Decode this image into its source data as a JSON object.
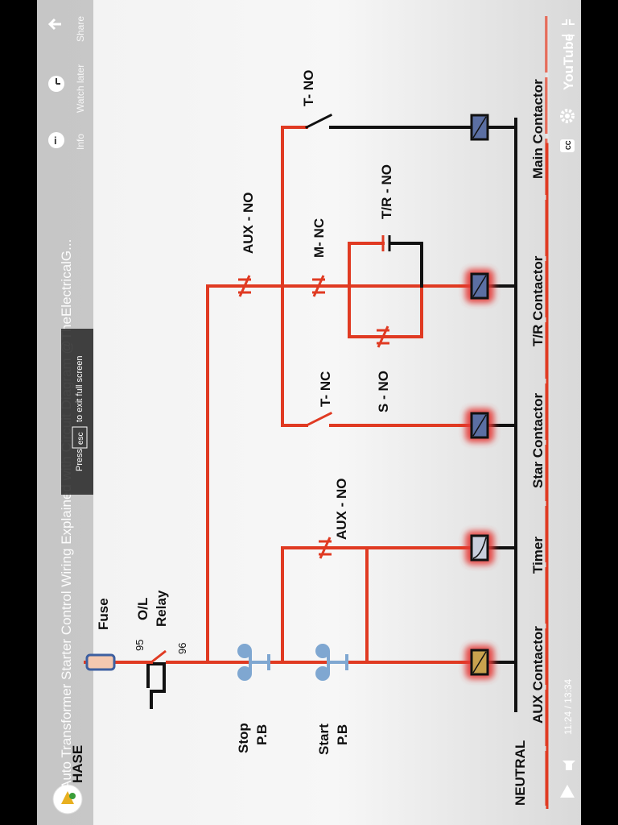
{
  "video": {
    "title": "Auto Transformer Starter Control Wiring Explained with Circuit Diagram @TheElectricalG...",
    "time_display": "11:24 / 13:34",
    "progress_fraction": 0.84,
    "overlay": {
      "press": "Press",
      "key": "esc",
      "message": "to exit full screen"
    },
    "top_actions": {
      "share": "Share",
      "watch_later": "Watch later",
      "info": "Info"
    },
    "bottom_controls": {
      "cc": "CC",
      "logo": "YouTube"
    }
  },
  "diagram": {
    "labels": {
      "phase": "HASE",
      "neutral": "NEUTRAL",
      "fuse": "Fuse",
      "ol_relay_1": "O/L",
      "ol_relay_2": "Relay",
      "terminal_95": "95",
      "terminal_96": "96",
      "stop_pb_1": "Stop",
      "stop_pb_2": "P.B",
      "start_pb_1": "Start",
      "start_pb_2": "P.B",
      "aux_no_1": "AUX - NO",
      "aux_no_2": "AUX - NO",
      "t_nc": "T- NC",
      "m_nc": "M- NC",
      "s_no": "S - NO",
      "tr_no": "T/R - NO",
      "t_no": "T- NO",
      "aux_contactor": "AUX Contactor",
      "timer": "Timer",
      "star_contactor": "Star Contactor",
      "tr_contactor": "T/R Contactor",
      "main_contactor": "Main Contactor"
    },
    "colors": {
      "energized": "#e03a22",
      "deenergized": "#111111",
      "glow": "#e53935",
      "coil_blue": "#5b6fa3",
      "coil_gold": "#c9a24e",
      "coil_timer": "#c8cedc",
      "pb_blue": "#7fa7d1"
    }
  }
}
